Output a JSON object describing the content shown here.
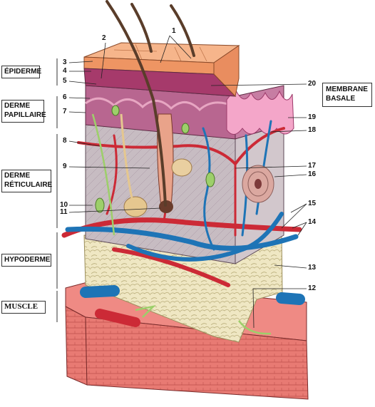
{
  "layers": {
    "epiderme": "ÉPIDERME",
    "derme_papillaire": [
      "DERME",
      "PAPILLAIRE"
    ],
    "derme_reticulaire": [
      "DERME",
      "RÉTICULAIRE"
    ],
    "hypoderme": "HYPODERME",
    "muscle": "MUSCLE"
  },
  "membrane_basale": [
    "MEMBRANE",
    "BASALE"
  ],
  "left_numbers": [
    "2",
    "3",
    "4",
    "5",
    "6",
    "7",
    "8",
    "9",
    "10",
    "11"
  ],
  "right_numbers": [
    "1",
    "20",
    "19",
    "18",
    "17",
    "16",
    "15",
    "14",
    "13",
    "12"
  ],
  "colors": {
    "epidermis": "#f2a97c",
    "dermis_papillary": "#b25a83",
    "dermis_reticular": "#c6b8bf",
    "fat": "#efe7c3",
    "muscle": "#e0706b",
    "artery": "#cc2a36",
    "vein": "#1e74b6",
    "nerve": "#9dcf6a",
    "hair": "#5a3d2a"
  }
}
